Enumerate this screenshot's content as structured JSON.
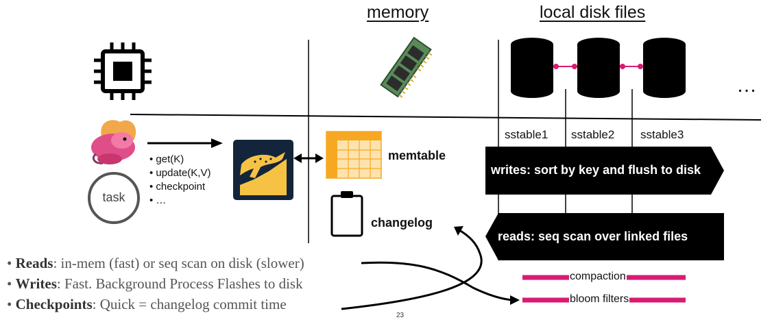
{
  "headers": {
    "memory": "memory",
    "disk": "local disk files",
    "ellipsis": "…"
  },
  "api_calls": [
    "get(K)",
    "update(K,V)",
    "checkpoint",
    "…"
  ],
  "task_label": "task",
  "sstables": [
    "sstable1",
    "sstable2",
    "sstable3"
  ],
  "memtable_label": "memtable",
  "changelog_label": "changelog",
  "writes_arrow": "writes: sort by key and flush to disk",
  "reads_arrow": "reads: seq scan over linked files",
  "pink_items": [
    "compaction",
    "bloom filters"
  ],
  "bullets": [
    {
      "term": "Reads",
      "text": ": in-mem (fast) or seq scan on disk (slower)"
    },
    {
      "term": "Writes",
      "text": ": Fast. Background Process Flashes to disk"
    },
    {
      "term": "Checkpoints",
      "text": ": Quick = changelog commit time"
    }
  ],
  "page_number": "23",
  "colors": {
    "accent_pink": "#d81b74",
    "memtable_orange": "#f7a823",
    "memtable_light": "#fde3ae",
    "flink_dark": "#14243b",
    "flink_yellow": "#f6c244",
    "arrow_black": "#000000"
  }
}
